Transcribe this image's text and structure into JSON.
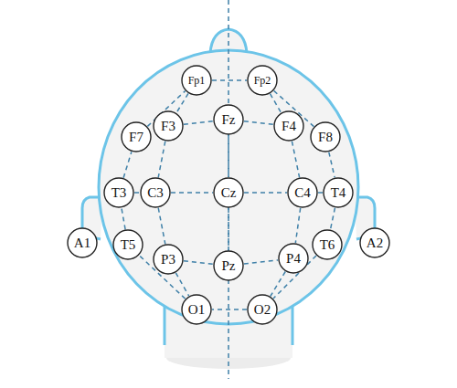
{
  "diagram": {
    "nodes": [
      {
        "text": [
          "Fp1"
        ]
      },
      {
        "text": [
          "Fp2"
        ]
      },
      {
        "text": [
          "F7"
        ]
      },
      {
        "text": [
          "F3"
        ]
      },
      {
        "text": [
          "Fz"
        ]
      },
      {
        "text": [
          "F4"
        ]
      },
      {
        "text": [
          "F8"
        ]
      },
      {
        "text": [
          "T3"
        ]
      },
      {
        "text": [
          "C3"
        ]
      },
      {
        "text": [
          "Cz"
        ]
      },
      {
        "text": [
          "C4"
        ]
      },
      {
        "text": [
          "T4"
        ]
      },
      {
        "text": [
          "A1"
        ]
      },
      {
        "text": [
          "T5"
        ]
      },
      {
        "text": [
          "P3"
        ]
      },
      {
        "text": [
          "Pz"
        ]
      },
      {
        "text": [
          "P4"
        ]
      },
      {
        "text": [
          "T6"
        ]
      },
      {
        "text": [
          "A2"
        ]
      },
      {
        "text": [
          "O1"
        ]
      },
      {
        "text": [
          "O2"
        ]
      }
    ],
    "edges": [
      {
        "from": 0,
        "to": 1,
        "arrow": "none"
      },
      {
        "from": 1,
        "to": 6,
        "arrow": "none"
      },
      {
        "from": 6,
        "to": 11,
        "arrow": "none"
      },
      {
        "from": 11,
        "to": 17,
        "arrow": "none"
      },
      {
        "from": 17,
        "to": 20,
        "arrow": "none"
      },
      {
        "from": 20,
        "to": 19,
        "arrow": "none"
      },
      {
        "from": 19,
        "to": 13,
        "arrow": "none"
      },
      {
        "from": 13,
        "to": 7,
        "arrow": "none"
      },
      {
        "from": 7,
        "to": 2,
        "arrow": "none"
      },
      {
        "from": 2,
        "to": 0,
        "arrow": "none"
      },
      {
        "from": 7,
        "to": 8,
        "arrow": "none"
      },
      {
        "from": 8,
        "to": 9,
        "arrow": "none"
      },
      {
        "from": 9,
        "to": 10,
        "arrow": "none"
      },
      {
        "from": 10,
        "to": 11,
        "arrow": "none"
      },
      {
        "from": 4,
        "to": 9,
        "arrow": "none"
      },
      {
        "from": 9,
        "to": 15,
        "arrow": "none"
      },
      {
        "from": 3,
        "to": 4,
        "arrow": "none"
      },
      {
        "from": 4,
        "to": 5,
        "arrow": "none"
      },
      {
        "from": 14,
        "to": 15,
        "arrow": "none"
      },
      {
        "from": 15,
        "to": 16,
        "arrow": "none"
      },
      {
        "from": 0,
        "to": 3,
        "arrow": "none"
      },
      {
        "from": 3,
        "to": 8,
        "arrow": "none"
      },
      {
        "from": 8,
        "to": 14,
        "arrow": "none"
      },
      {
        "from": 14,
        "to": 19,
        "arrow": "none"
      },
      {
        "from": 1,
        "to": 5,
        "arrow": "none"
      },
      {
        "from": 5,
        "to": 10,
        "arrow": "none"
      },
      {
        "from": 10,
        "to": 16,
        "arrow": "none"
      },
      {
        "from": 16,
        "to": 20,
        "arrow": "none"
      }
    ]
  }
}
